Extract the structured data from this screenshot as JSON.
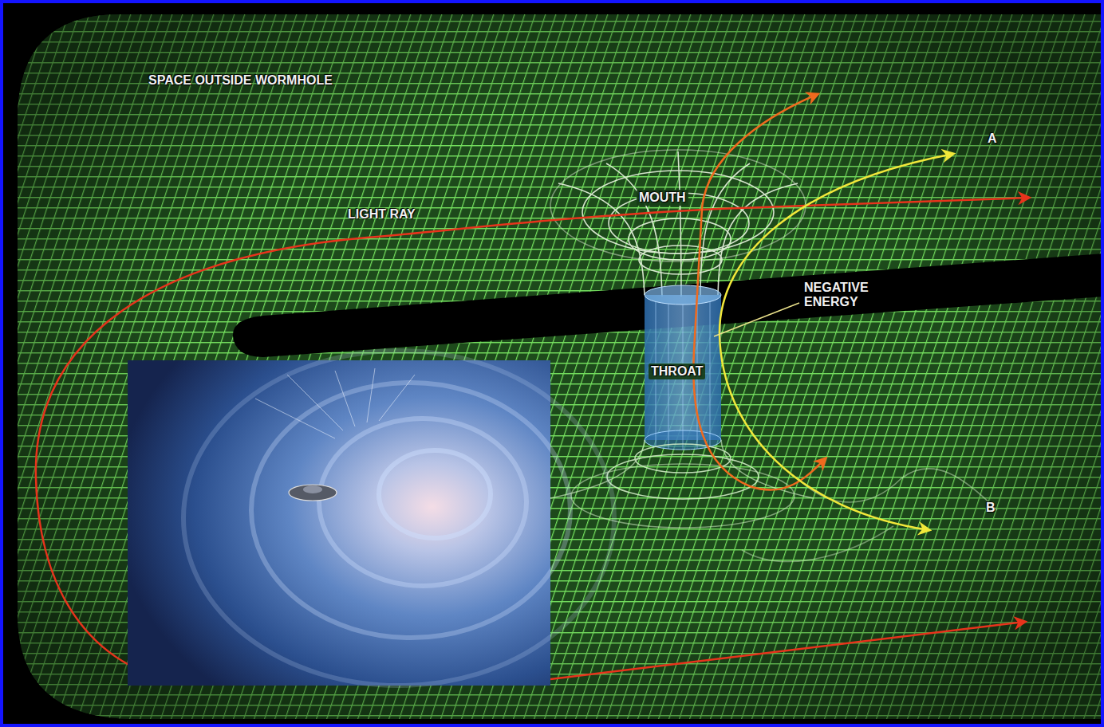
{
  "diagram": {
    "labels": [
      "SPACE OUTSIDE WORMHOLE",
      "LIGHT RAY",
      "MOUTH",
      "NEGATIVE ENERGY",
      "THROAT",
      "A",
      "B"
    ]
  }
}
